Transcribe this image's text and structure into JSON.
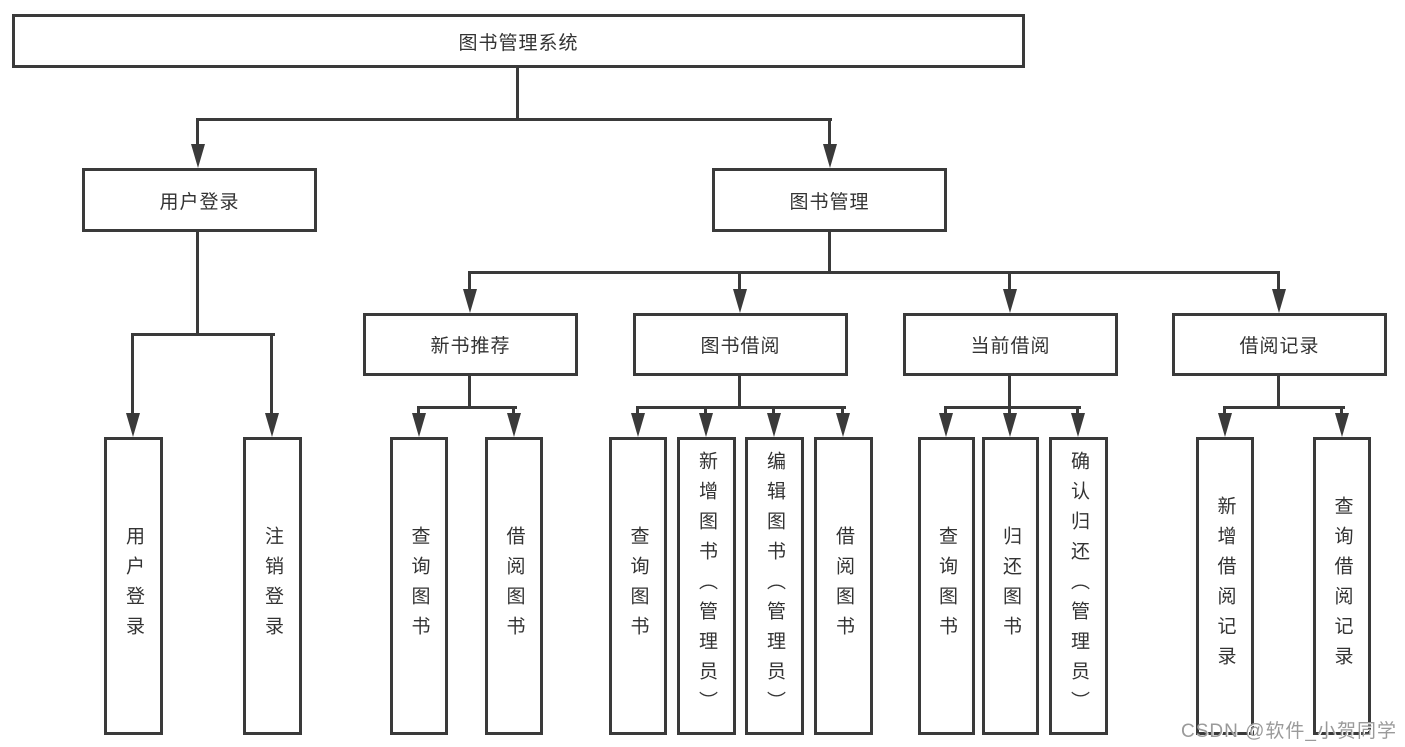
{
  "diagram": {
    "title": "图书管理系统",
    "type": "tree-flowchart",
    "colors": {
      "line": "#3a3a3a",
      "border": "#3a3a3a",
      "text": "#333333",
      "background": "#ffffff",
      "watermark": "#9a9a9a"
    },
    "nodes": {
      "root": {
        "label": "图书管理系统"
      },
      "login": {
        "label": "用户登录"
      },
      "mgmt": {
        "label": "图书管理"
      },
      "recommend": {
        "label": "新书推荐"
      },
      "borrow": {
        "label": "图书借阅"
      },
      "current": {
        "label": "当前借阅"
      },
      "records": {
        "label": "借阅记录"
      },
      "login_user": {
        "label": "用户登录"
      },
      "login_logout": {
        "label": "注销登录"
      },
      "rec_query": {
        "label": "查询图书"
      },
      "rec_borrow": {
        "label": "借阅图书"
      },
      "bb_query": {
        "label": "查询图书"
      },
      "bb_add": {
        "label": "新增图书（管理员）"
      },
      "bb_edit": {
        "label": "编辑图书（管理员）"
      },
      "bb_lend": {
        "label": "借阅图书"
      },
      "cb_query": {
        "label": "查询图书"
      },
      "cb_return": {
        "label": "归还图书"
      },
      "cb_confirm": {
        "label": "确认归还（管理员）"
      },
      "br_add": {
        "label": "新增借阅记录"
      },
      "br_query": {
        "label": "查询借阅记录"
      }
    },
    "hierarchy": {
      "图书管理系统": {
        "用户登录": [
          "用户登录",
          "注销登录"
        ],
        "图书管理": {
          "新书推荐": [
            "查询图书",
            "借阅图书"
          ],
          "图书借阅": [
            "查询图书",
            "新增图书（管理员）",
            "编辑图书（管理员）",
            "借阅图书"
          ],
          "当前借阅": [
            "查询图书",
            "归还图书",
            "确认归还（管理员）"
          ],
          "借阅记录": [
            "新增借阅记录",
            "查询借阅记录"
          ]
        }
      }
    },
    "watermark": "CSDN @软件_小贺同学"
  }
}
